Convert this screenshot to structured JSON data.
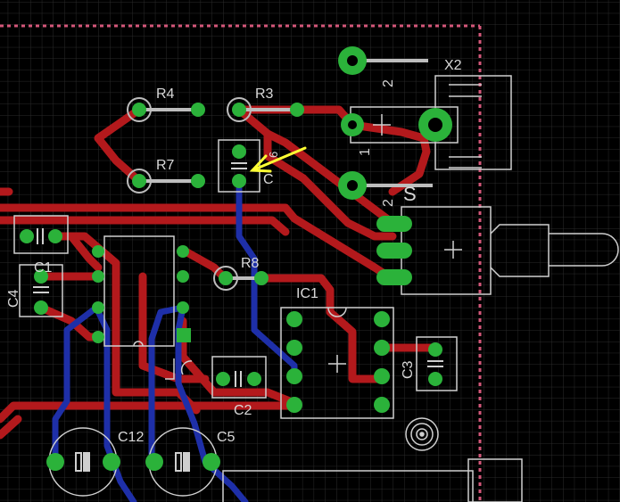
{
  "colors": {
    "background": "#000000",
    "grid": "#2a2a2a",
    "top_copper": "#b3191c",
    "bottom_copper": "#1e2fa8",
    "pad": "#2bb23a",
    "silkscreen": "#cfcfcf",
    "board_outline": "#d4577a",
    "pointer_arrow": "#ffff33"
  },
  "labels": {
    "r4": "R4",
    "r3": "R3",
    "r7": "R7",
    "r8": "R8",
    "x2": "X2",
    "c1": "C1",
    "c4": "C4",
    "c3": "C3",
    "c2": "C2",
    "c12": "C12",
    "c5": "C5",
    "ic1": "IC1",
    "c_partial": "C",
    "s_partial": "S",
    "pin_2_top": "2",
    "pin_1": "1",
    "pin_2_bottom": "2",
    "pin_6_partial": "6"
  },
  "icons": {
    "pointer": "arrow-left-icon",
    "fiducial": "target-icon"
  }
}
